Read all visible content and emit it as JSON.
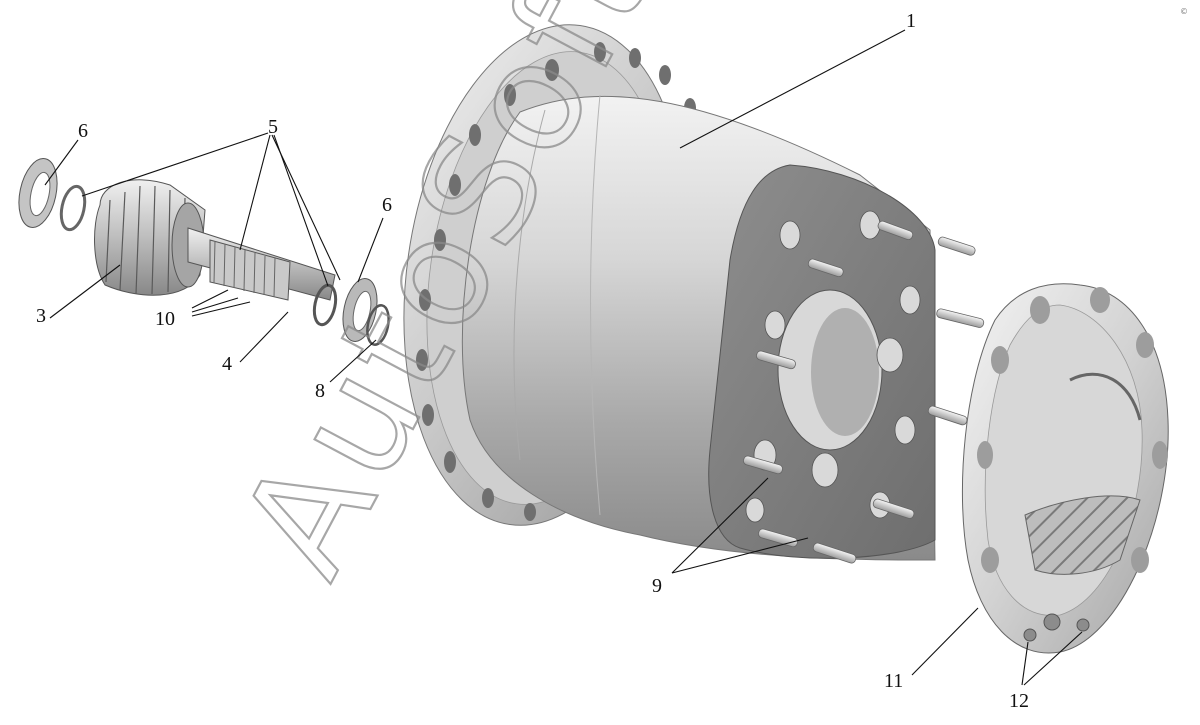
{
  "watermark": "AutoSoft",
  "corner_mark": "©",
  "callouts": {
    "c1": "1",
    "c3": "3",
    "c4": "4",
    "c5": "5",
    "c6a": "6",
    "c6b": "6",
    "c8": "8",
    "c9": "9",
    "c10": "10",
    "c11": "11",
    "c12": "12"
  },
  "colors": {
    "metal_light": "#e6e6e6",
    "metal_mid": "#b9b9b9",
    "metal_dark": "#7c7c7c",
    "hole": "#6f6f6f",
    "line": "#111111"
  }
}
